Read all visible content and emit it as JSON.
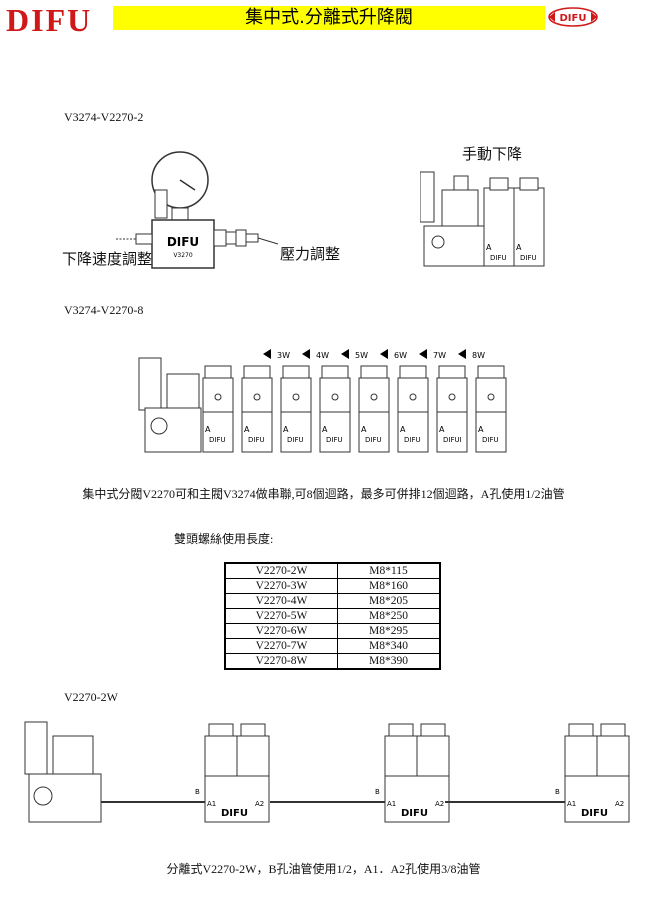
{
  "header": {
    "brand": "DIFU",
    "title": "集中式.分離式升降閥",
    "small_logo": "DIFU"
  },
  "section1": {
    "model": "V3274-V2270-2",
    "label_speed": "下降速度調整",
    "label_pressure": "壓力調整",
    "label_manual": "手動下降",
    "body_brand": "DIFU",
    "body_model": "V3270",
    "port_a": "A",
    "valve_brand": "DIFU"
  },
  "section2": {
    "model": "V3274-V2270-8",
    "way_labels": [
      "3W",
      "4W",
      "5W",
      "6W",
      "7W",
      "8W"
    ],
    "valve_labels": [
      "DIFU",
      "DIFU",
      "DIFU",
      "DIFU",
      "DIFU",
      "DIFU",
      "DIFUI",
      "DIFU"
    ],
    "port_a": "A",
    "caption": "集中式分閥V2270可和主閥V3274做串聯,可8個迴路，最多可併排12個迴路，A孔使用1/2油管"
  },
  "bolt_table": {
    "heading": "雙頭螺絲使用長度:",
    "rows": [
      [
        "V2270-2W",
        "M8*115"
      ],
      [
        "V2270-3W",
        "M8*160"
      ],
      [
        "V2270-4W",
        "M8*205"
      ],
      [
        "V2270-5W",
        "M8*250"
      ],
      [
        "V2270-6W",
        "M8*295"
      ],
      [
        "V2270-7W",
        "M8*340"
      ],
      [
        "V2270-8W",
        "M8*390"
      ]
    ]
  },
  "section3": {
    "model": "V2270-2W",
    "port_b": "B",
    "port_a1": "A1",
    "port_a2": "A2",
    "body_brand": "DIFU",
    "caption": "分離式V2270-2W，B孔油管使用1/2，A1．A2孔使用3/8油管"
  },
  "colors": {
    "brand_red": "#d01818",
    "title_yellow": "#ffff00"
  }
}
